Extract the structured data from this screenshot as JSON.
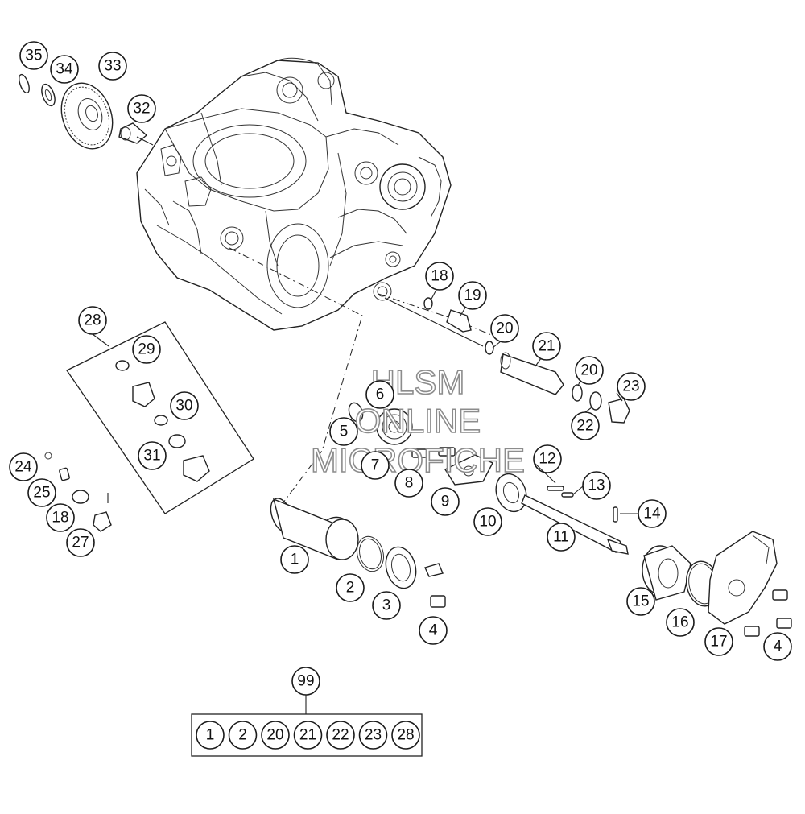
{
  "watermark": {
    "line1": "HLSM",
    "line2": "ONLINE",
    "line3": "MICROFICHE"
  },
  "callouts": {
    "c1": "1",
    "c2": "2",
    "c3": "3",
    "c4a": "4",
    "c4b": "4",
    "c5": "5",
    "c6": "6",
    "c7": "7",
    "c8": "8",
    "c9": "9",
    "c10": "10",
    "c11": "11",
    "c12": "12",
    "c13": "13",
    "c14": "14",
    "c15": "15",
    "c16": "16",
    "c17": "17",
    "c18a": "18",
    "c18b": "18",
    "c19": "19",
    "c20a": "20",
    "c20b": "20",
    "c21": "21",
    "c22": "22",
    "c23": "23",
    "c24": "24",
    "c25": "25",
    "c27": "27",
    "c28": "28",
    "c29": "29",
    "c30": "30",
    "c31": "31",
    "c32": "32",
    "c33": "33",
    "c34": "34",
    "c35": "35",
    "c99": "99"
  },
  "kit99": {
    "items": [
      "1",
      "2",
      "20",
      "21",
      "22",
      "23",
      "28"
    ]
  }
}
